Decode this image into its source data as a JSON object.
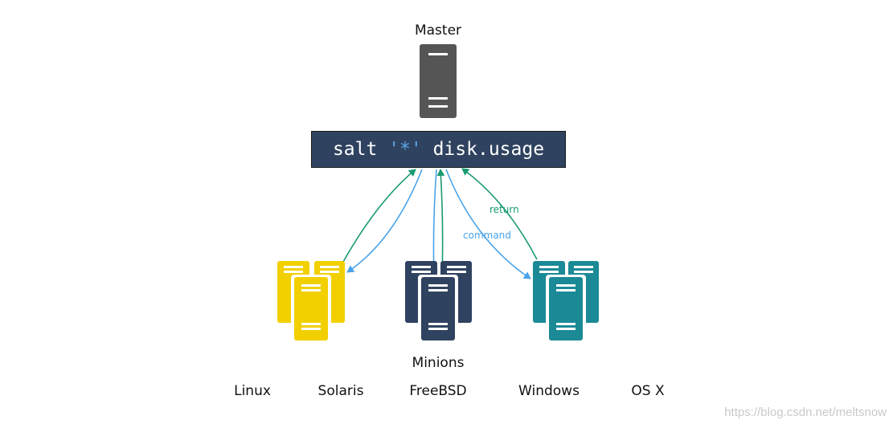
{
  "master": {
    "label": "Master",
    "color": "#555555"
  },
  "command": {
    "prefix": "salt ",
    "target": "'*'",
    "suffix": " disk.usage",
    "box_color": "#2f4260",
    "target_color": "#5aa5e6"
  },
  "edges": {
    "return_label": "return",
    "command_label": "command",
    "return_color": "#1a9a74",
    "command_color": "#4aa3e8"
  },
  "minions": {
    "label": "Minions",
    "groups": [
      {
        "name": "linux-solaris",
        "color": "#f2d000"
      },
      {
        "name": "freebsd",
        "color": "#2f4260"
      },
      {
        "name": "windows-osx",
        "color": "#1b8a96"
      }
    ]
  },
  "os_labels": [
    "Linux",
    "Solaris",
    "FreeBSD",
    "Windows",
    "OS X"
  ],
  "watermark": "https://blog.csdn.net/meltsnow"
}
